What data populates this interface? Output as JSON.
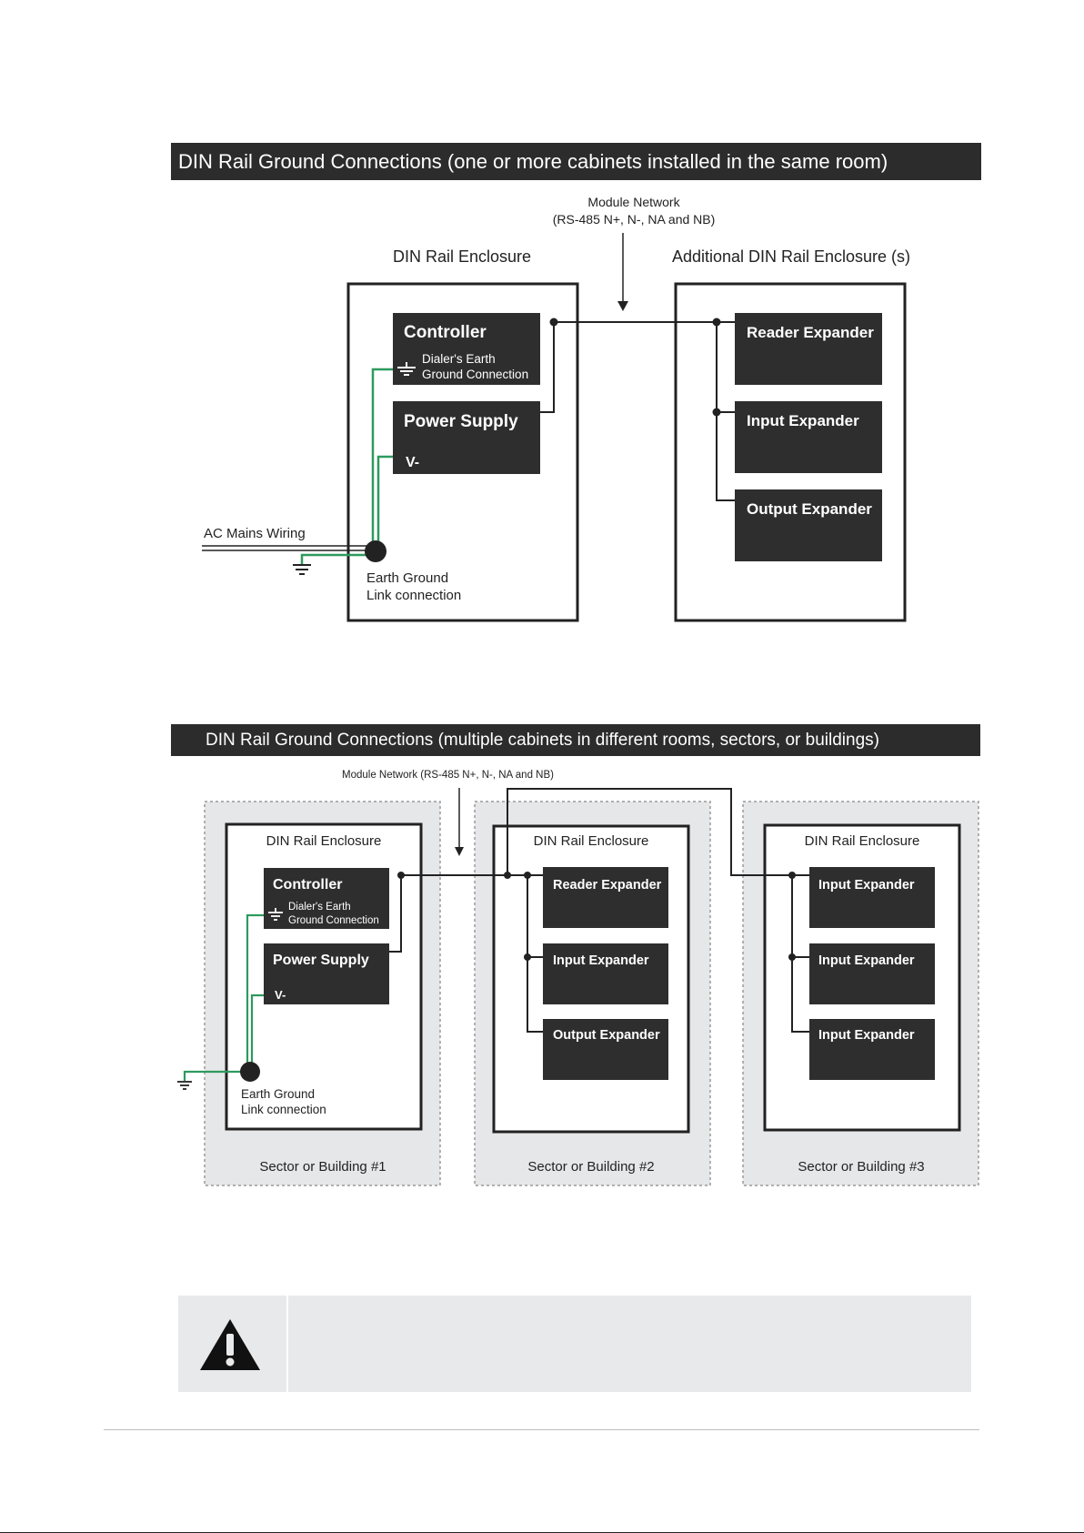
{
  "diagram1": {
    "title": "DIN Rail Ground Connections (one or more cabinets installed in the same room)",
    "network_line1": "Module Network",
    "network_line2": "(RS-485 N+, N-, NA and NB)",
    "enclosure_label": "DIN Rail Enclosure",
    "additional_enclosure_label": "Additional DIN Rail Enclosure (s)",
    "controller": "Controller",
    "dialer_line1": "Dialer's Earth",
    "dialer_line2": "Ground Connection",
    "power_supply": "Power Supply",
    "v_minus": "V-",
    "ac_mains": "AC Mains Wiring",
    "earth_line1": "Earth Ground",
    "earth_line2": "Link connection",
    "reader_expander": "Reader Expander",
    "input_expander": "Input Expander",
    "output_expander": "Output Expander"
  },
  "diagram2": {
    "title": "DIN Rail Ground Connections (multiple cabinets in different rooms, sectors, or buildings)",
    "network": "Module Network (RS-485 N+, N-, NA and NB)",
    "enclosure_label_1": "DIN Rail Enclosure",
    "enclosure_label_2": "DIN Rail Enclosure",
    "enclosure_label_3": "DIN Rail Enclosure",
    "controller": "Controller",
    "dialer_line1": "Dialer's Earth",
    "dialer_line2": "Ground Connection",
    "power_supply": "Power Supply",
    "v_minus": "V-",
    "earth_line1": "Earth Ground",
    "earth_line2": "Link connection",
    "sector1": "Sector or Building #1",
    "sector2": "Sector or Building #2",
    "sector3": "Sector or Building #3",
    "b2_reader": "Reader Expander",
    "b2_input": "Input Expander",
    "b2_output": "Output Expander",
    "b3_input1": "Input Expander",
    "b3_input2": "Input Expander",
    "b3_input3": "Input Expander"
  },
  "colors": {
    "banner": "#2c2c2c",
    "module_box": "#2e2e2e",
    "ground_wire": "#2e9a5e",
    "sector_fill": "#e6e7e8",
    "warning_fill": "#e8e9ea"
  },
  "icons": {
    "warning": "warning-triangle-icon",
    "ground": "earth-ground-icon"
  }
}
